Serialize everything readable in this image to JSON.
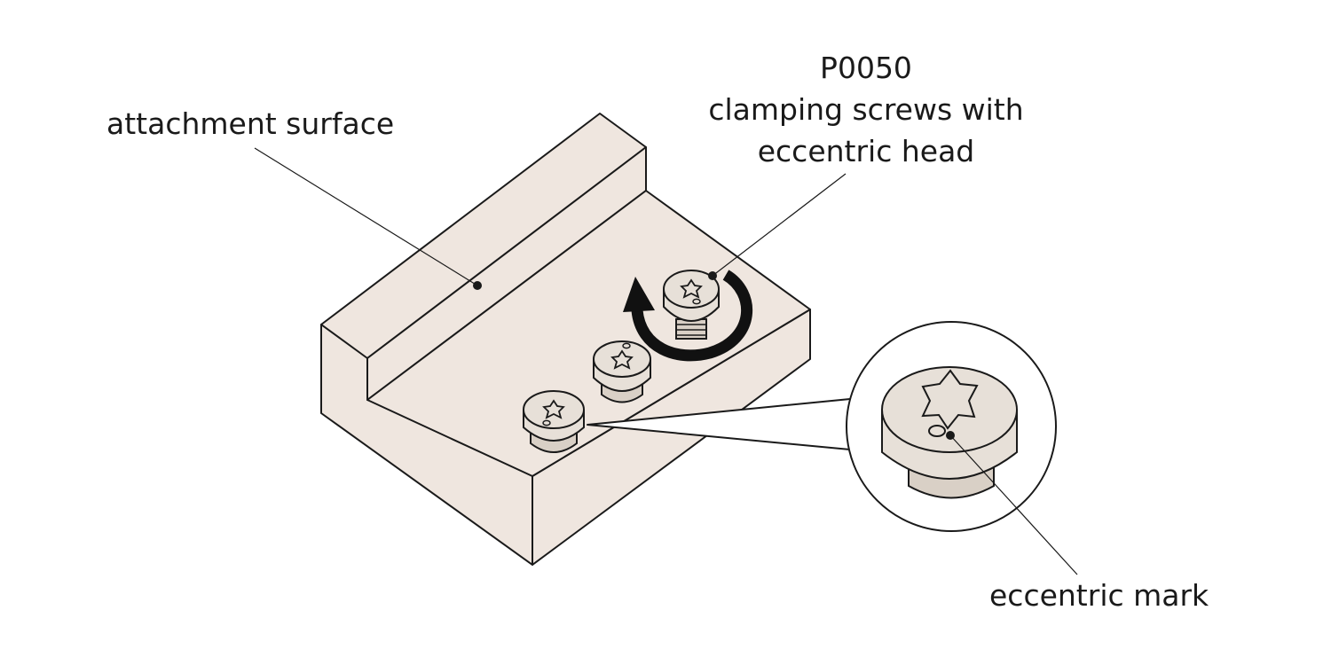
{
  "labels": {
    "attachment_surface": "attachment surface",
    "part_number": "P0050",
    "clamping_line1": "clamping screws with",
    "clamping_line2": "eccentric head",
    "eccentric_mark": "eccentric mark"
  },
  "colors": {
    "block_fill": "#efe6df",
    "screw_fill": "#e7e0d8",
    "screw_side": "#d9d0c6",
    "outline": "#1a1a1a",
    "arrow": "#111111",
    "background": "#ffffff"
  },
  "icons": {
    "rotation_arrow": "clockwise-rotation-arrow-icon",
    "torx_socket": "torx-star-icon"
  }
}
